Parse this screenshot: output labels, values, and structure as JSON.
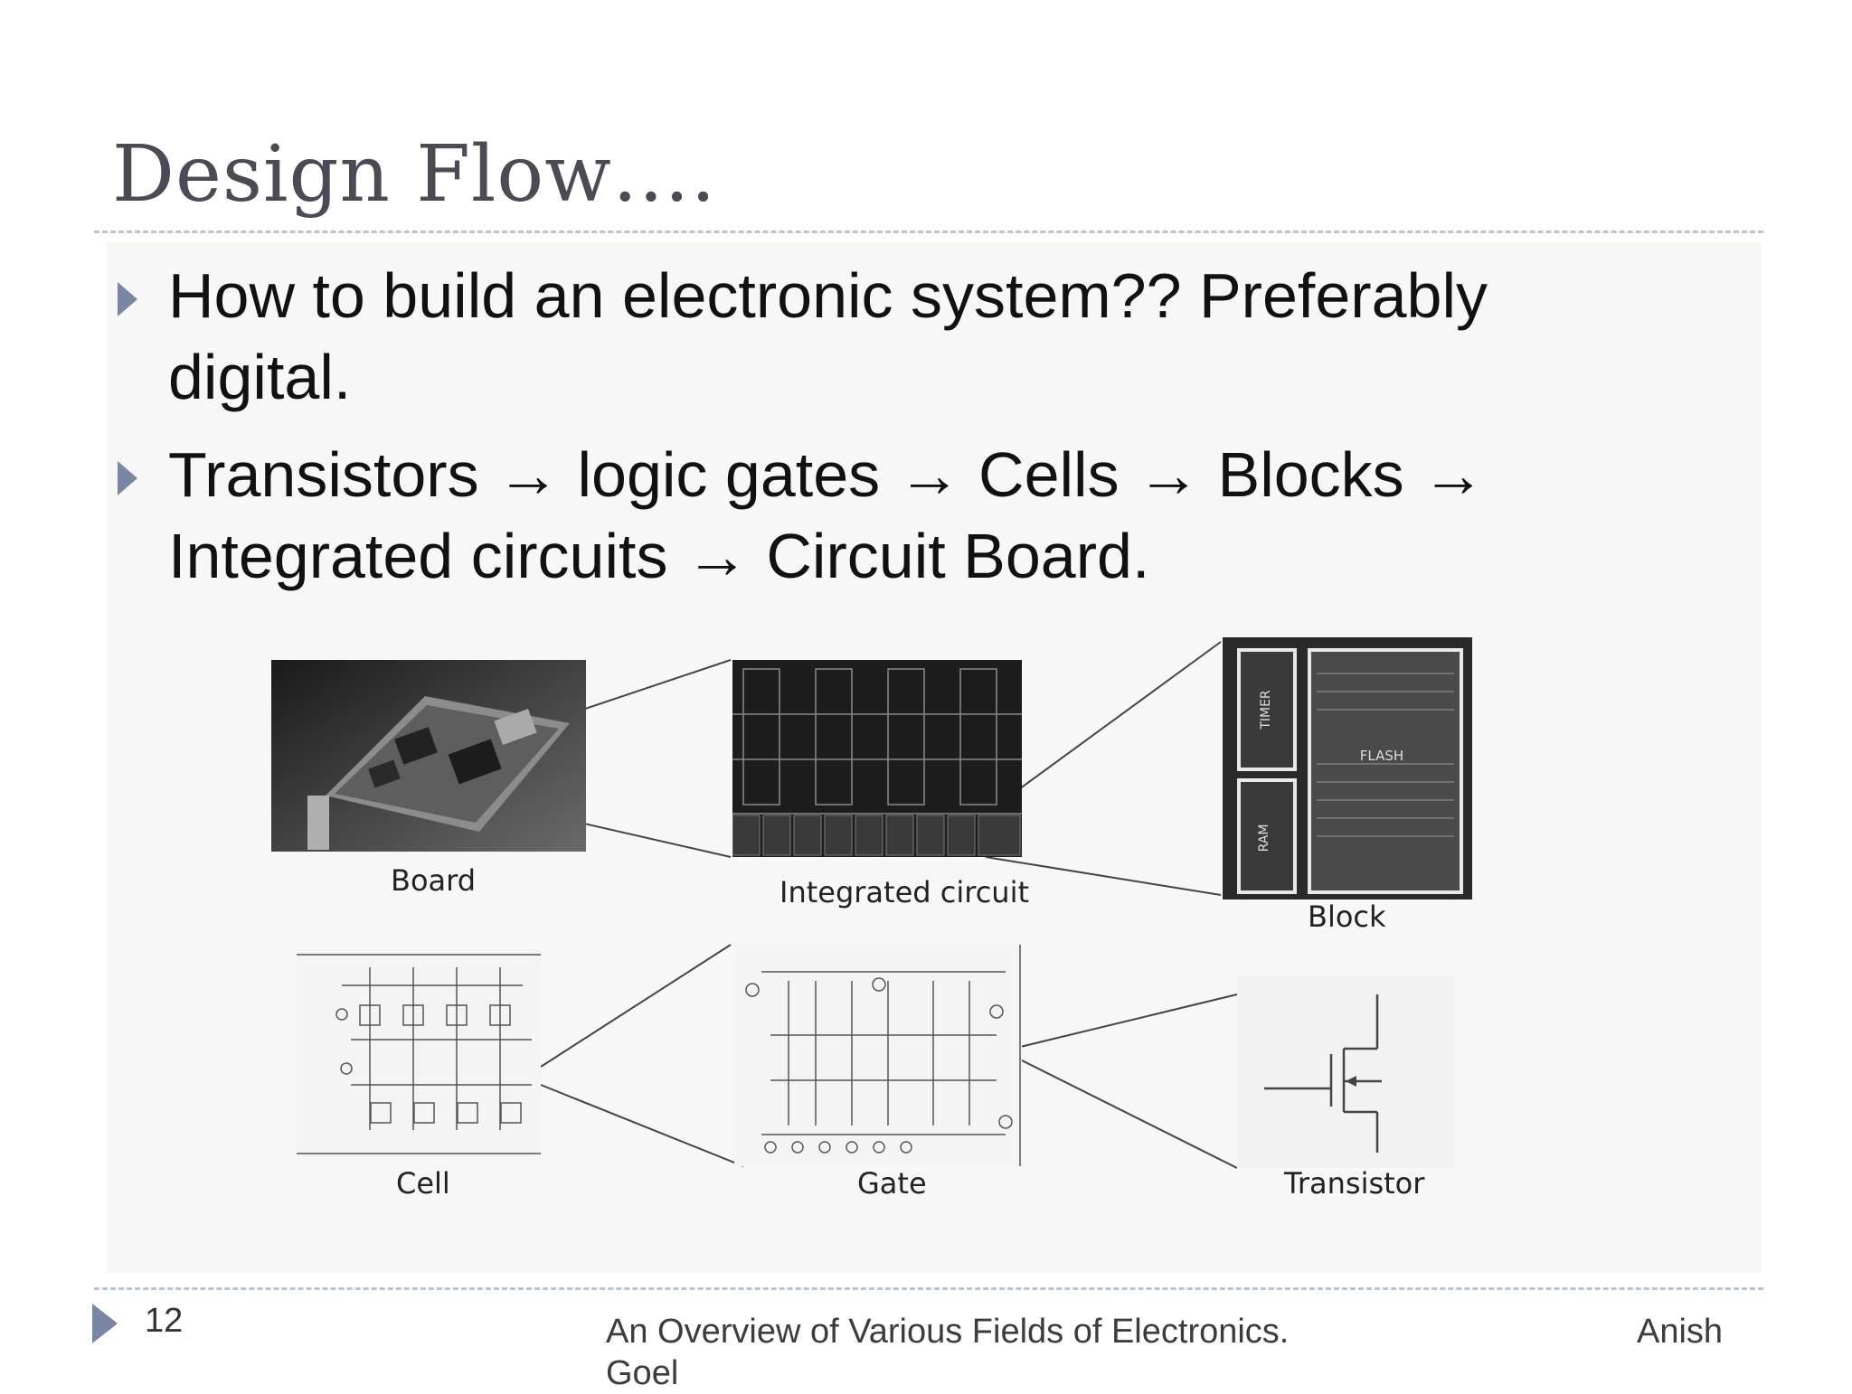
{
  "slide": {
    "title": "Design Flow….",
    "bullets": [
      {
        "line1": "How to build an electronic system?? Preferably",
        "line2": "digital."
      },
      {
        "line1": "Transistors → logic gates → Cells → Blocks →",
        "line2": "Integrated circuits → Circuit Board."
      }
    ],
    "figure": {
      "captions": {
        "board": "Board",
        "integrated_circuit": "Integrated circuit",
        "block": "Block",
        "cell": "Cell",
        "gate": "Gate",
        "transistor": "Transistor"
      },
      "block_labels": {
        "timer": "TIMER",
        "flash": "FLASH",
        "ram": "RAM"
      }
    },
    "footer": {
      "page_number": "12",
      "center_text_line1": "An Overview of  Various Fields of Electronics.",
      "center_text_line2": "Goel",
      "right_text": "Anish"
    }
  },
  "colors": {
    "bullet_marker": "#7b86a5",
    "title": "#4b4b56",
    "rule": "#b9c4d3"
  }
}
